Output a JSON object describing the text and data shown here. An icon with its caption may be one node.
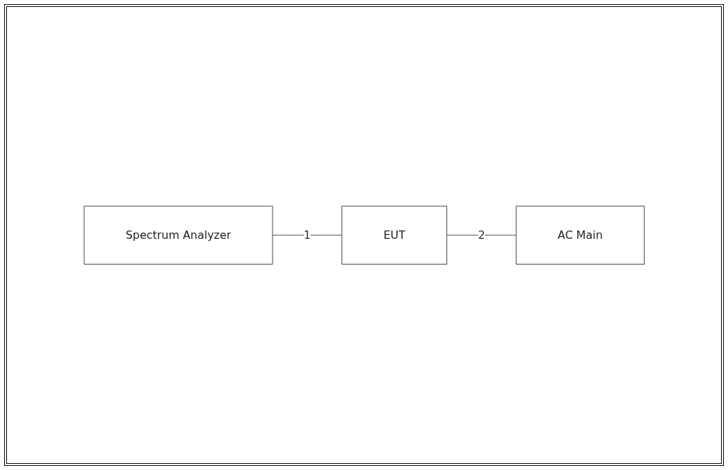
{
  "diagram": {
    "nodes": [
      {
        "text": [
          "Spectrum Analyzer"
        ]
      },
      {
        "text": [
          "EUT"
        ]
      },
      {
        "text": [
          "AC Main"
        ]
      }
    ],
    "edges": [
      {
        "from": 0,
        "to": 1,
        "label": "1",
        "arrow": "none"
      },
      {
        "from": 1,
        "to": 2,
        "label": "2",
        "arrow": "none"
      }
    ]
  }
}
